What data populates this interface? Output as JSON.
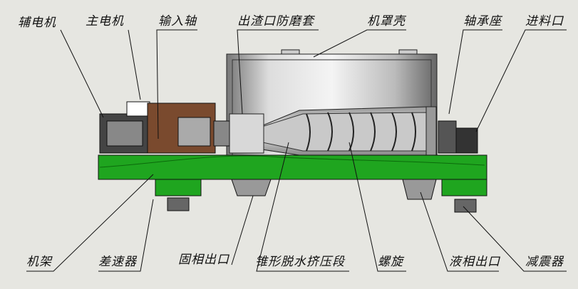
{
  "labels_top": [
    "辅电机",
    "主电机",
    "输入轴",
    "出渣口防磨套",
    "机罩壳",
    "轴承座",
    "进料口"
  ],
  "labels_bottom": [
    "机架",
    "差速器",
    "固相出口",
    "锥形脱水挤压段",
    "螺旋",
    "液相出口",
    "减震器"
  ],
  "colors": {
    "frame": "#1fa51f",
    "housing": "#b9b9b9",
    "gearbox": "#7a4a2e",
    "background": "#e6e6e1"
  }
}
